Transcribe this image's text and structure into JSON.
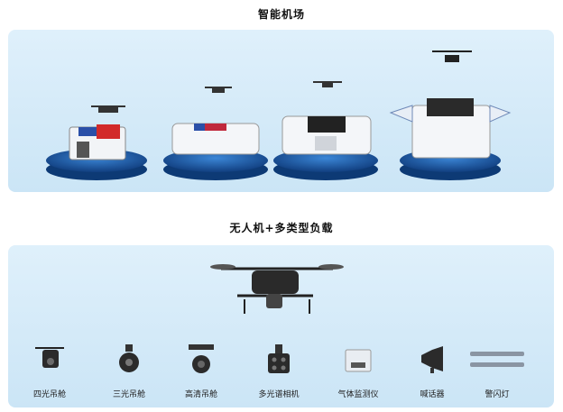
{
  "sections": [
    {
      "title": "智能机场"
    },
    {
      "title": "无人机+多类型负载"
    }
  ],
  "payloads": [
    {
      "label": "四光吊舱",
      "icon": "four-light-pod-icon"
    },
    {
      "label": "三光吊舱",
      "icon": "three-light-pod-icon"
    },
    {
      "label": "高清吊舱",
      "icon": "hd-pod-icon"
    },
    {
      "label": "多光谱相机",
      "icon": "multispectral-camera-icon"
    },
    {
      "label": "气体监测仪",
      "icon": "gas-monitor-icon"
    },
    {
      "label": "喊话器",
      "icon": "loudspeaker-icon"
    },
    {
      "label": "警闪灯",
      "icon": "warning-light-icon"
    }
  ],
  "colors": {
    "panel": "#d6ebf8",
    "podium": "#1d5ea8",
    "title": "#111111"
  }
}
